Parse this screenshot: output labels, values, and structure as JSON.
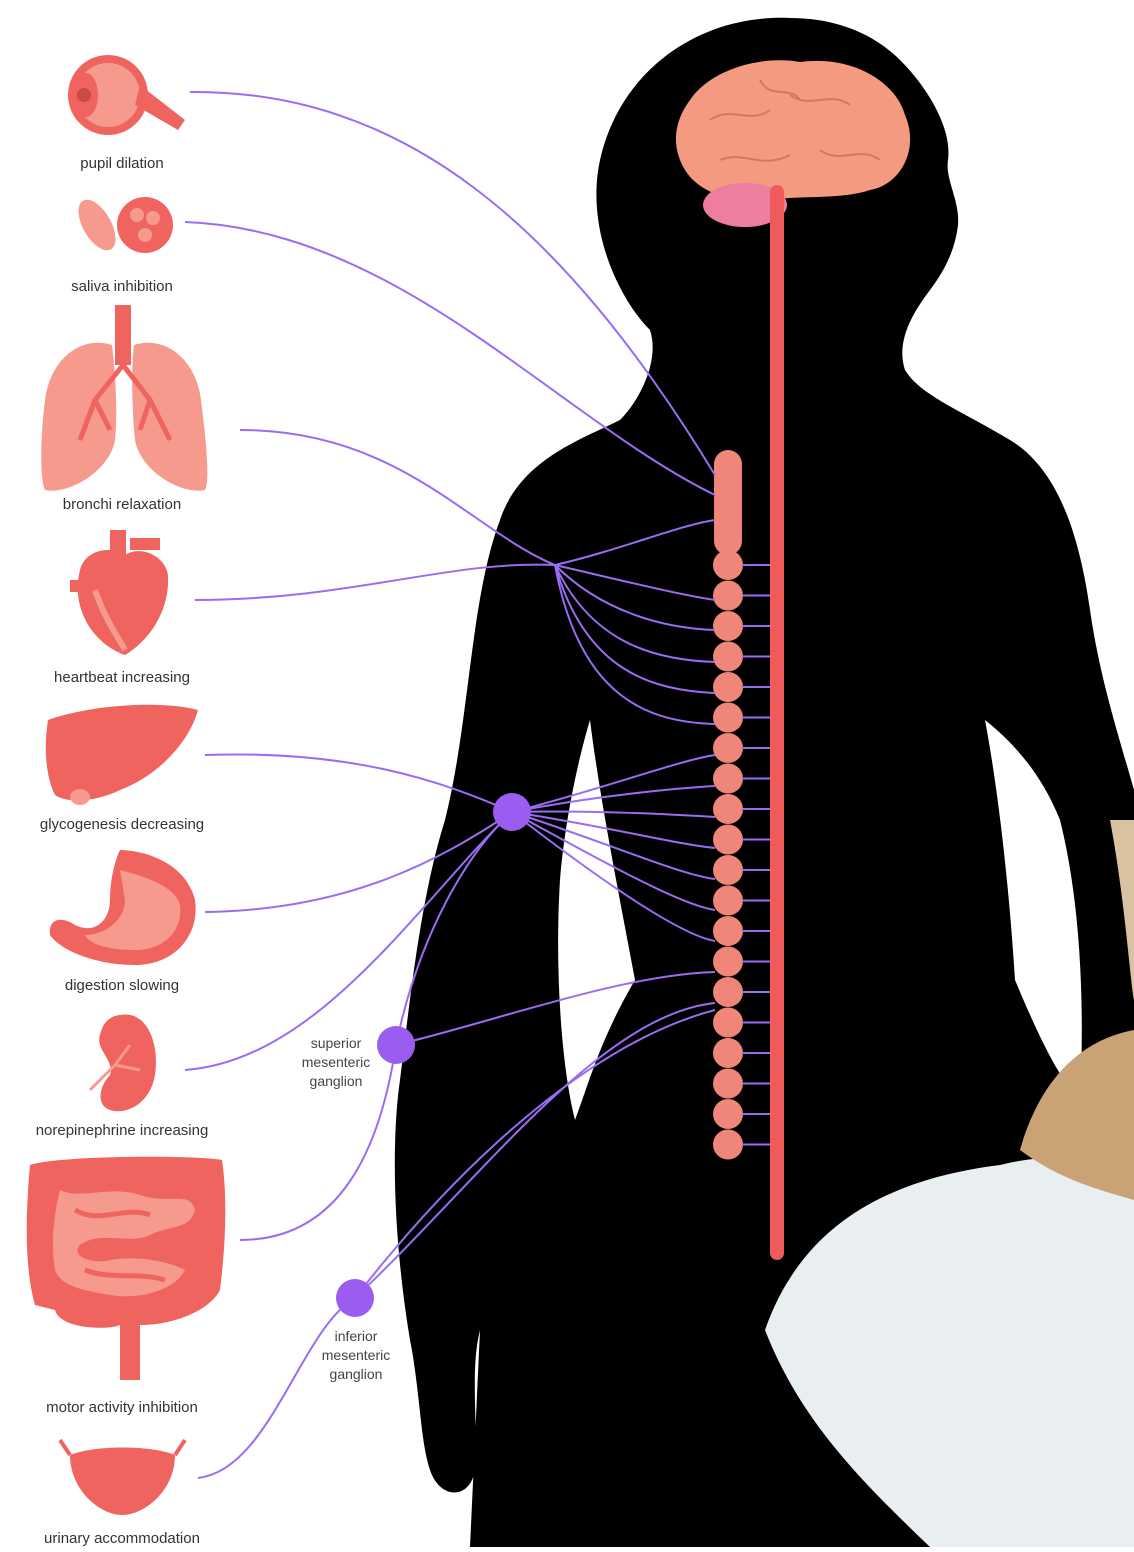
{
  "organs": [
    {
      "id": "eye",
      "label": "pupil dilation",
      "icon": "eye-icon"
    },
    {
      "id": "salivary",
      "label": "saliva inhibition",
      "icon": "salivary-gland-icon"
    },
    {
      "id": "lungs",
      "label": "bronchi relaxation",
      "icon": "lungs-icon"
    },
    {
      "id": "heart",
      "label": "heartbeat increasing",
      "icon": "heart-icon"
    },
    {
      "id": "liver",
      "label": "glycogenesis decreasing",
      "icon": "liver-icon"
    },
    {
      "id": "stomach",
      "label": "digestion slowing",
      "icon": "stomach-icon"
    },
    {
      "id": "kidney",
      "label": "norepinephrine increasing",
      "icon": "kidney-icon"
    },
    {
      "id": "intestine",
      "label": "motor activity inhibition",
      "icon": "intestine-icon"
    },
    {
      "id": "bladder",
      "label": "urinary accommodation",
      "icon": "bladder-icon"
    }
  ],
  "ganglia": [
    {
      "id": "celiac",
      "lines": []
    },
    {
      "id": "superior",
      "lines": [
        "superior",
        "mesenteric",
        "ganglion"
      ]
    },
    {
      "id": "inferior",
      "lines": [
        "inferior",
        "mesenteric",
        "ganglion"
      ]
    }
  ],
  "colors": {
    "organ": "#f0645f",
    "organ_light": "#f59a8d",
    "nerve": "#9a6cf2",
    "ganglion": "#9b5cf0",
    "silhouette": "#000000",
    "spine": "#f0857a",
    "cord": "#ef5b5b",
    "brain": "#f49a80",
    "cerebellum": "#ee7ea0"
  }
}
